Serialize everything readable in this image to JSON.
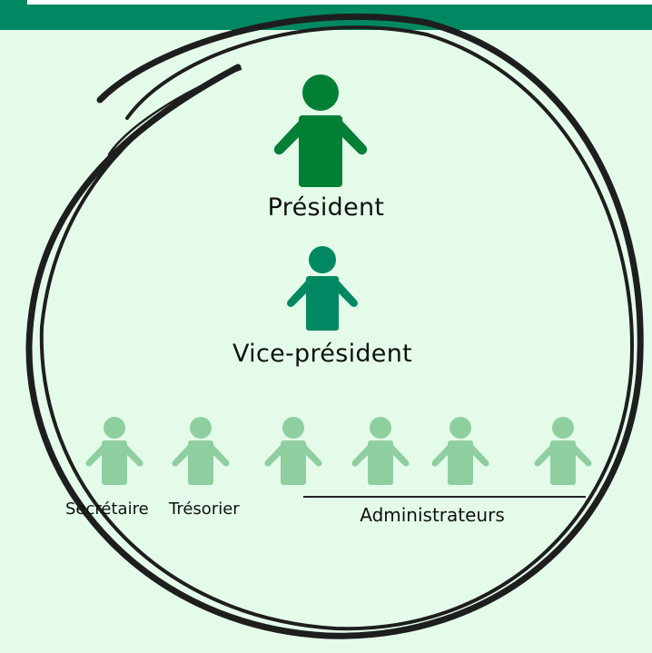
{
  "roles": {
    "president": "Président",
    "vice_president": "Vice-président",
    "secretary": "Secrétaire",
    "treasurer": "Trésorier",
    "administrators": "Administrateurs"
  },
  "colors": {
    "header_bar": "#008862",
    "background": "#e4fbea",
    "president_figure": "#007f35",
    "vice_president_figure": "#008862",
    "member_figure": "#8fcf9f",
    "circle_stroke": "#1e1e1e"
  },
  "icons": {
    "person": "person-icon"
  }
}
